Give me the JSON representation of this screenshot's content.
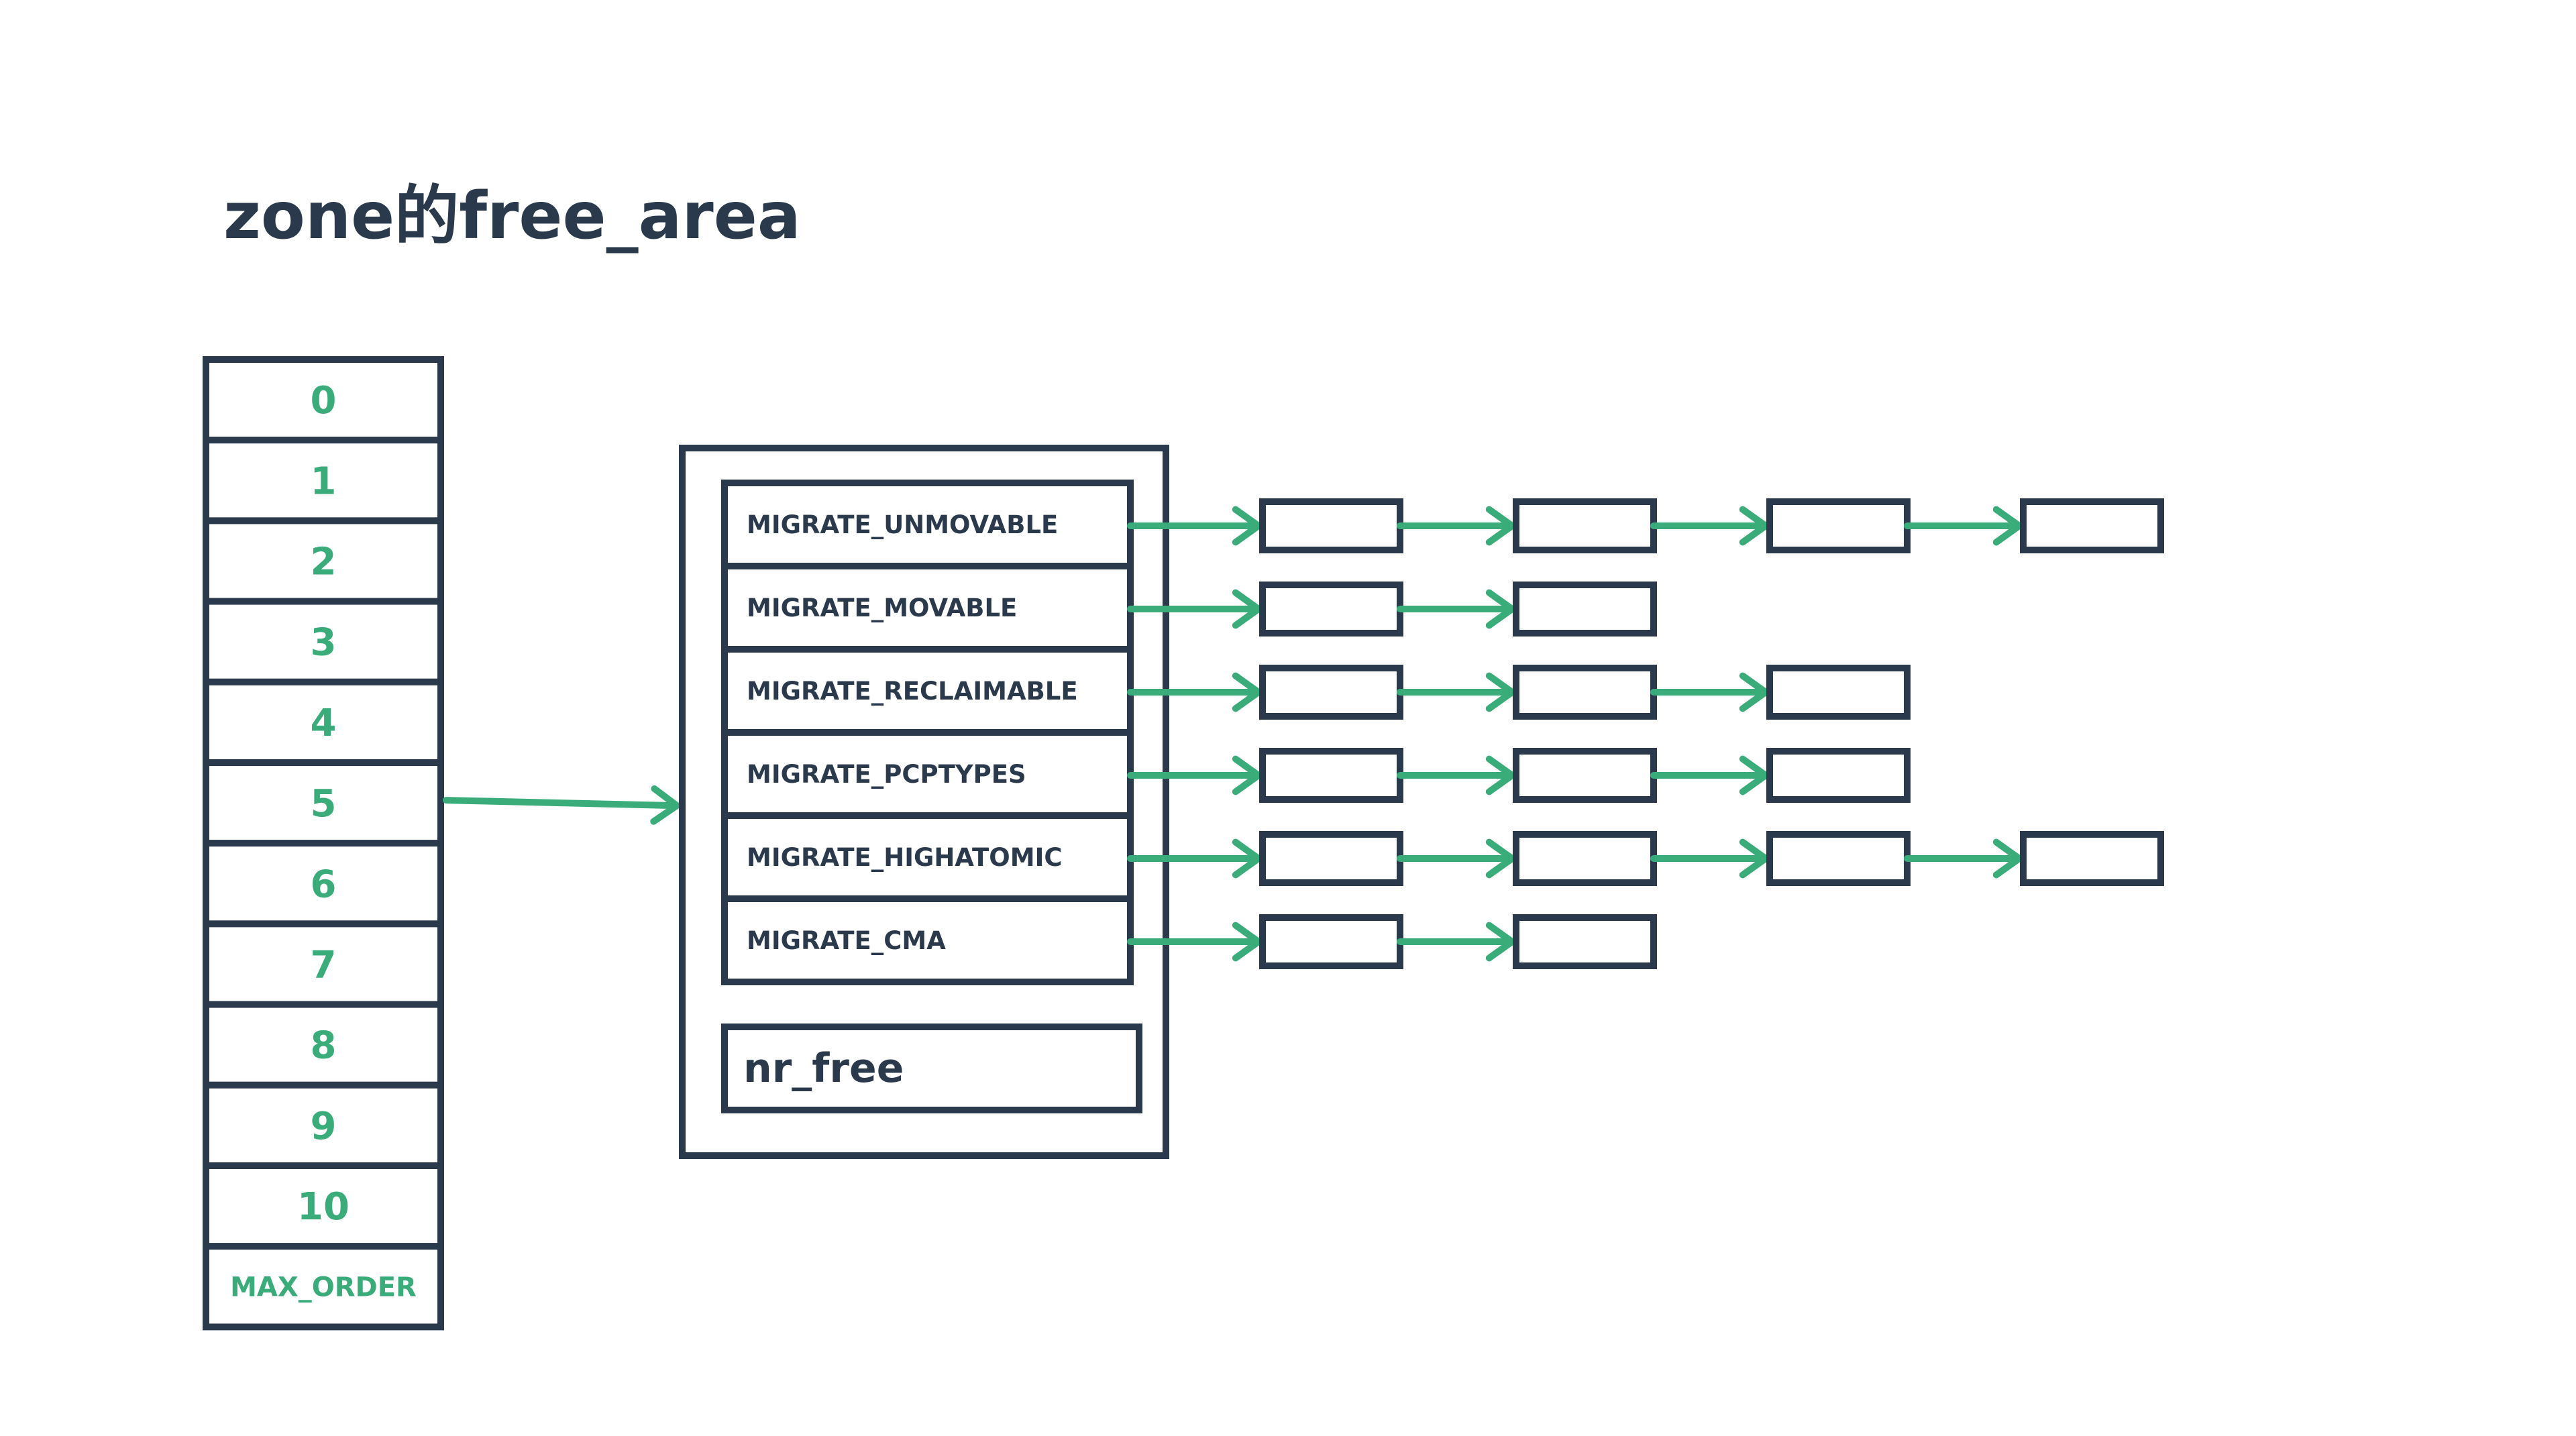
{
  "title": "zone的free_area",
  "colors": {
    "dark": "#2a3a4c",
    "green": "#3aac7a",
    "background": "#ffffff"
  },
  "orders": [
    "0",
    "1",
    "2",
    "3",
    "4",
    "5",
    "6",
    "7",
    "8",
    "9",
    "10",
    "MAX_ORDER"
  ],
  "pointed_order": "5",
  "free_area": {
    "migrate_types": [
      {
        "label": "MIGRATE_UNMOVABLE",
        "list_length": 4
      },
      {
        "label": "MIGRATE_MOVABLE",
        "list_length": 2
      },
      {
        "label": "MIGRATE_RECLAIMABLE",
        "list_length": 3
      },
      {
        "label": "MIGRATE_PCPTYPES",
        "list_length": 3
      },
      {
        "label": "MIGRATE_HIGHATOMIC",
        "list_length": 4
      },
      {
        "label": "MIGRATE_CMA",
        "list_length": 2
      }
    ],
    "nr_free_label": "nr_free"
  }
}
